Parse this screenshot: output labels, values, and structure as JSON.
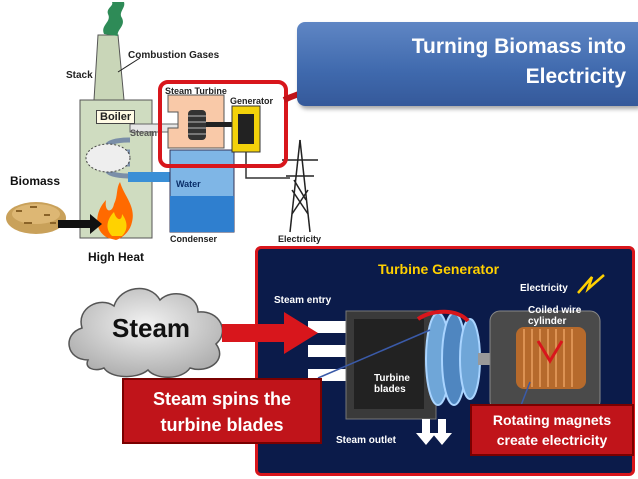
{
  "title": "Turning Biomass into Electricity",
  "plant_labels": {
    "combustion_gases": "Combustion Gases",
    "stack": "Stack",
    "steam_turbine": "Steam Turbine",
    "generator": "Generator",
    "boiler": "Boiler",
    "steam": "Steam",
    "water": "Water",
    "condenser": "Condenser",
    "electricity": "Electricity"
  },
  "biomass_label": "Biomass",
  "high_heat_label": "High Heat",
  "cloud_label": "Steam",
  "turbine_generator": {
    "title": "Turbine Generator",
    "steam_entry": "Steam entry",
    "electricity": "Electricity",
    "coiled_wire_line1": "Coiled wire",
    "coiled_wire_line2": "cylinder",
    "turbine_blades_line1": "Turbine",
    "turbine_blades_line2": "blades",
    "steam_outlet": "Steam outlet"
  },
  "callouts": {
    "spins_line1": "Steam spins the",
    "spins_line2": "turbine blades",
    "magnets_line1": "Rotating magnets",
    "magnets_line2": "create electricity"
  },
  "colors": {
    "title_bg": "#4a73b5",
    "accent_red": "#d8161c",
    "panel_bg": "#0b1b4a",
    "water_blue": "#3a8fd6",
    "generator_yellow": "#f3d20a"
  }
}
